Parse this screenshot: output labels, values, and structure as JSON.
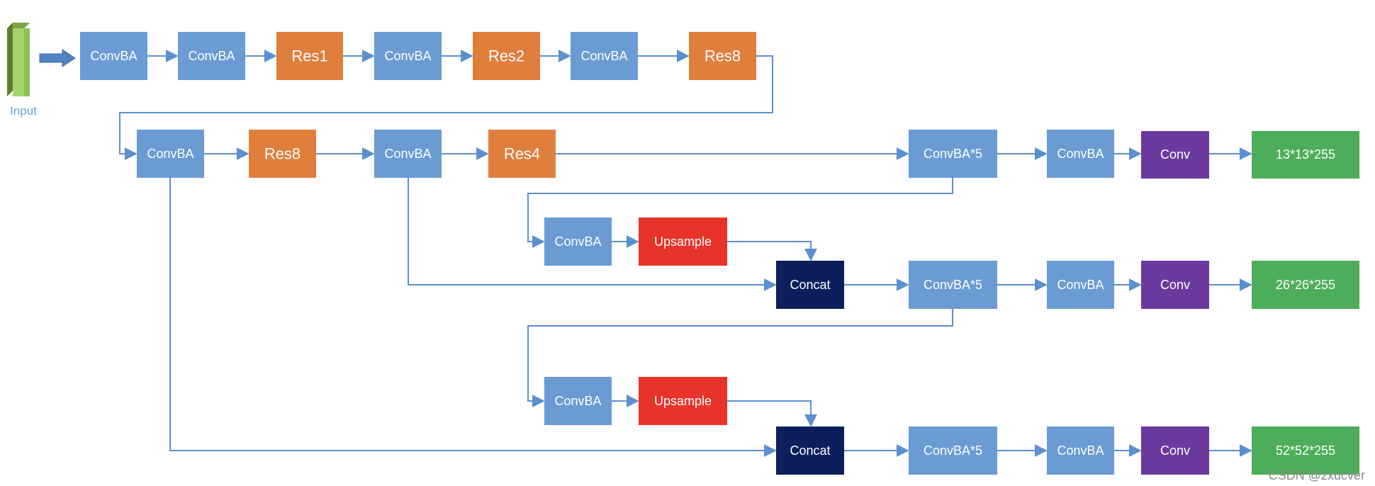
{
  "input_label": "Input",
  "watermark": "CSDN @zxucver",
  "colors": {
    "convba": "#6a9bd3",
    "res": "#e07e3c",
    "upsample": "#e8332a",
    "concat": "#0c1f5c",
    "conv": "#6b3a9e",
    "output": "#4cae5a",
    "arrow": "#5b8fd0"
  },
  "nodes": {
    "b1": "ConvBA",
    "b2": "ConvBA",
    "b3": "Res1",
    "b4": "ConvBA",
    "b5": "Res2",
    "b6": "ConvBA",
    "b7": "Res8",
    "c1": "ConvBA",
    "c2": "Res8",
    "c3": "ConvBA",
    "c4": "Res4",
    "h1a": "ConvBA*5",
    "h1b": "ConvBA",
    "h1c": "Conv",
    "h1o": "13*13*255",
    "u1a": "ConvBA",
    "u1b": "Upsample",
    "h2cat": "Concat",
    "h2a": "ConvBA*5",
    "h2b": "ConvBA",
    "h2c": "Conv",
    "h2o": "26*26*255",
    "u2a": "ConvBA",
    "u2b": "Upsample",
    "h3cat": "Concat",
    "h3a": "ConvBA*5",
    "h3b": "ConvBA",
    "h3c": "Conv",
    "h3o": "52*52*255"
  }
}
